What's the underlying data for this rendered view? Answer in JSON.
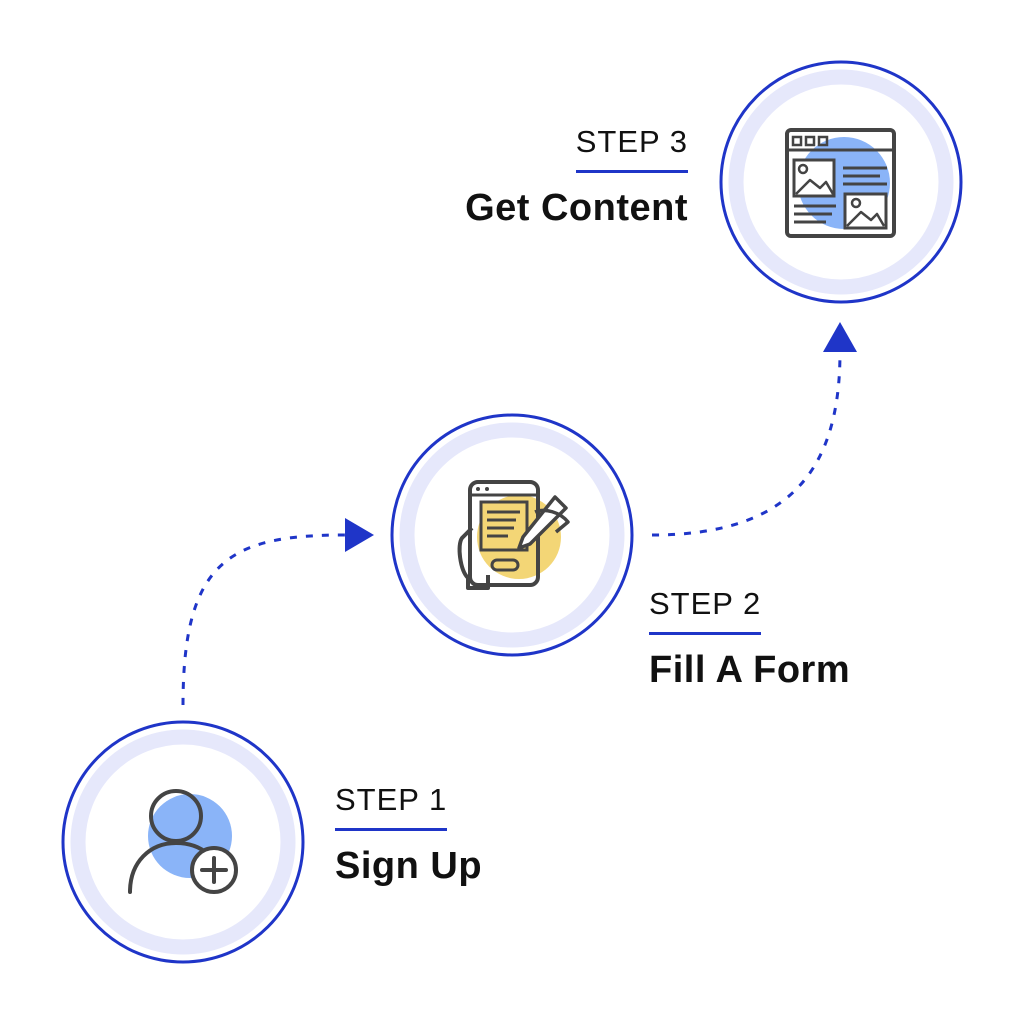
{
  "colors": {
    "ring": "#1f35c8",
    "ring_fill": "#e6e8fb",
    "accent_blue": "#8ab4f8",
    "accent_yellow": "#f3d676",
    "icon_stroke": "#444444"
  },
  "steps": [
    {
      "label": "STEP 1",
      "title": "Sign Up",
      "icon": "user-add-icon"
    },
    {
      "label": "STEP 2",
      "title": "Fill A Form",
      "icon": "tablet-form-icon"
    },
    {
      "label": "STEP 3",
      "title": "Get Content",
      "icon": "web-content-icon"
    }
  ]
}
